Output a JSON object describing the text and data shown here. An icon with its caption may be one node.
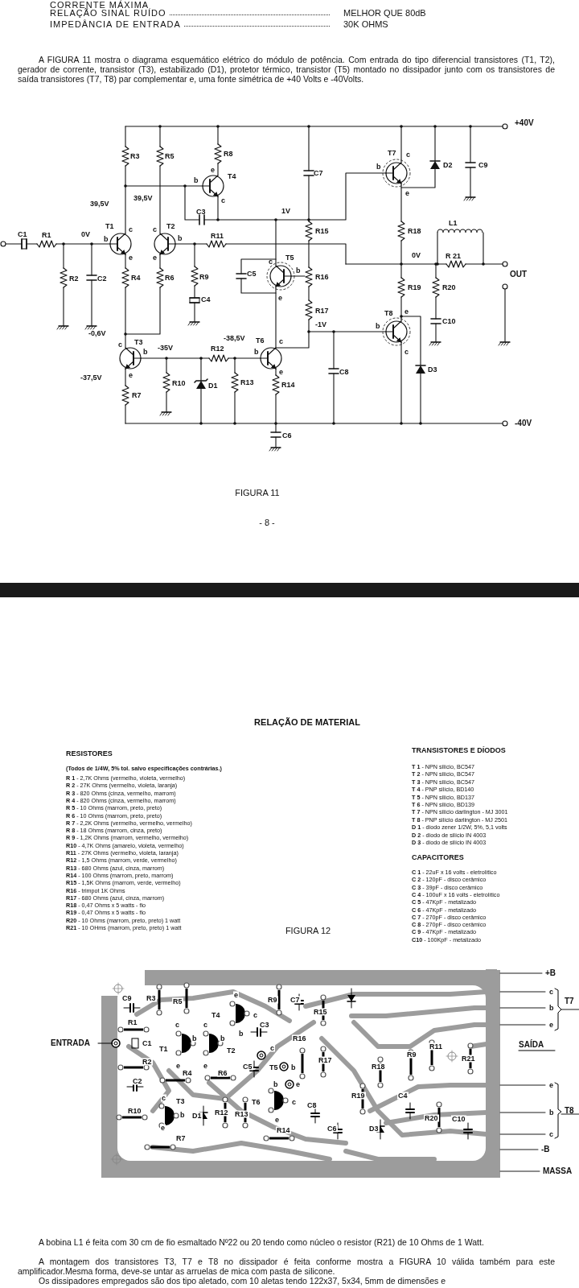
{
  "diagram": {
    "labels": [
      "CORRENTE MÁXIMA",
      "RELAÇÃO SINAL RUÍDO",
      "MELHOR QUE 80dB",
      "IMPEDÂNCIA DE ENTRADA",
      "30K OHMS",
      "A FIGURA 11 mostra o diagrama esquemático elétrico do módulo de potência. Com entrada do tipo diferencial transistores (T1, T2), gerador de corrente, transistor (T3), estabilizado (D1), protetor térmico, transistor (T5) montado no dissipador junto com os transistores de saída transistores (T7, T8) par complementar e, uma fonte simétrica de +40 Volts e -40Volts.",
      "+40V",
      "R3",
      "R5",
      "R8",
      "e",
      "T4",
      "b",
      "c",
      "C7",
      "T7",
      "c",
      "b",
      "e",
      "D2",
      "C9",
      "39,5V",
      "39,5V",
      "C3",
      "1V",
      "C1",
      "R1",
      "0V",
      "T1",
      "b",
      "c",
      "e",
      "c",
      "T2",
      "b",
      "e",
      "R11",
      "R15",
      "R18",
      "L1",
      "c",
      "T5",
      "0V",
      "R 21",
      "R2",
      "C2",
      "R4",
      "R6",
      "R9",
      "C5",
      "b",
      "R16",
      "OUT",
      "R19",
      "R20",
      "C4",
      "e",
      "R17",
      "T8",
      "e",
      "C10",
      "-0,6V",
      "-1V",
      "b",
      "c",
      "c",
      "T3",
      "-35V",
      "R12",
      "-38,5V",
      "T6",
      "c",
      "b",
      "b",
      "e",
      "-37,5V",
      "e",
      "C8",
      "D3",
      "R10",
      "D1",
      "R13",
      "R14",
      "R7",
      "-40V",
      "C6",
      "FIGURA 11",
      "- 8 -",
      "RELAÇÃO DE MATERIAL",
      "RESISTORES",
      "(Todos de 1/4W, 5% tol. salvo especificações contrárias.)",
      "**R 1** - 2,7K Ohms (vermelho, violeta, vermelho)",
      "**R 2** - 27K Ohms (vermelho, violeta, laranja)",
      "**R 3** - 820 Ohms (cinza, vermelho, marrom)",
      "**R 4** - 820 Ohms (cinza, vermelho, marrom)",
      "**R 5** - 10 Ohms (marrom, preto, preto)",
      "**R 6** - 10 Ohms (marrom, preto, preto)",
      "**R 7** - 2,2K Ohms (vermelho, vermelho, vermelho)",
      "**R 8** - 18 Ohms (marrom, cinza, preto)",
      "**R 9** - 1,2K Ohms (marrom, vermelho, vermelho)",
      "**R10** - 4,7K Ohms (amarelo, violeta, vermelho)",
      "**R11** - 27K Ohms (vermelho, violeta, laranja)",
      "**R12** - 1,5 Ohms (marrom, verde, vermelho)",
      "**R13** - 680 Ohms (azul, cinza, marrom)",
      "**R14** - 100 Ohms (marrom, preto, marrom)",
      "**R15** - 1,5K Ohms (marrom, verde, vermelho)",
      "**R16** - trimpot 1K Ohms",
      "**R17** - 680 Ohms (azul, cinza, marrom)",
      "**R18** - 0,47 Ohms x 5 watts - fio",
      "**R19** - 0,47 Ohms x 5 watts - fio",
      "**R20** - 10 Ohms (marrom, preto, preto) 1 watt",
      "**R21** - 10 OHms (marrom, preto, preto) 1 watt",
      "TRANSISTORES E DÍODOS",
      "**T 1** - NPN silício, BC547",
      "**T 2** - NPN silício, BC547",
      "**T 3** - NPN silício, BC547",
      "**T 4** - PNP silício, BD140",
      "**T 5** - NPN silício, BD137",
      "**T 6** - NPN silício, BD139",
      "**T 7** - NPN silício darlington - MJ 3001",
      "**T 8** - PNP silício darlington - MJ 2501",
      "**D 1** - diodo zener 1/2W, 5%, 5,1 volts",
      "**D 2** - diodo de silício IN 4003",
      "**D 3** - diodo de silício IN 4003",
      "CAPACITORES",
      "**C 1** - 22uF x 16 volts - eletrolítico",
      "**C 2** - 120pF - disco cerâmico",
      "**C 3** - 39pF - disco cerâmico",
      "**C 4** - 100uF x 16 volts - eletrolítico",
      "**C 5** - 47KpF - metalizado",
      "**C 6** - 47KpF - metalizado",
      "**C 7** - 270pF - disco cerâmico",
      "**C 8** - 270pF - disco cerâmico",
      "**C 9** - 47KpF - metalizado",
      "**C10** - 100KpF - metalizado",
      "+B",
      "C9",
      "R3",
      "R5",
      "R9",
      "C7",
      "c",
      "T7",
      "b",
      "e",
      "T4",
      "c",
      "R15",
      "R1",
      "c",
      "c",
      "e",
      "b",
      "C3",
      "b",
      "b",
      "ENTRADA",
      "C1",
      "R16",
      "SAÍDA",
      "T1",
      "T2",
      "c",
      "R17",
      "R21",
      "R2",
      "e",
      "e",
      "C5",
      "T5",
      "b",
      "R18",
      "R9",
      "R11",
      "R4",
      "R6",
      "C2",
      "b",
      "e",
      "e",
      "R19",
      "C4",
      "c",
      "T3",
      "T6",
      "c",
      "C8",
      "R10",
      "b",
      "T8",
      "b",
      "D1",
      "R12",
      "R13",
      "e",
      "R20",
      "C10",
      "e",
      "C6",
      "D3",
      "c",
      "R14",
      "R7",
      "-B",
      "MASSA",
      "FIGURA 12",
      "A bobina L1 é feita com 30 cm de fio esmaltado Nº22 ou 20 tendo como núcleo o resistor (R21) de 10 Ohms de 1 Watt.",
      "A montagem dos transistores T3, T7 e T8 no dissipador é feita conforme mostra a FIGURA 10 válida também para este amplificador.Mesma forma, deve-se untar as arruelas de mica com pasta de silicone.",
      "Os dissipadores empregados são dos tipo aletado, com 10 aletas tendo 122x37, 5x34, 5mm de dimensões e"
    ]
  }
}
